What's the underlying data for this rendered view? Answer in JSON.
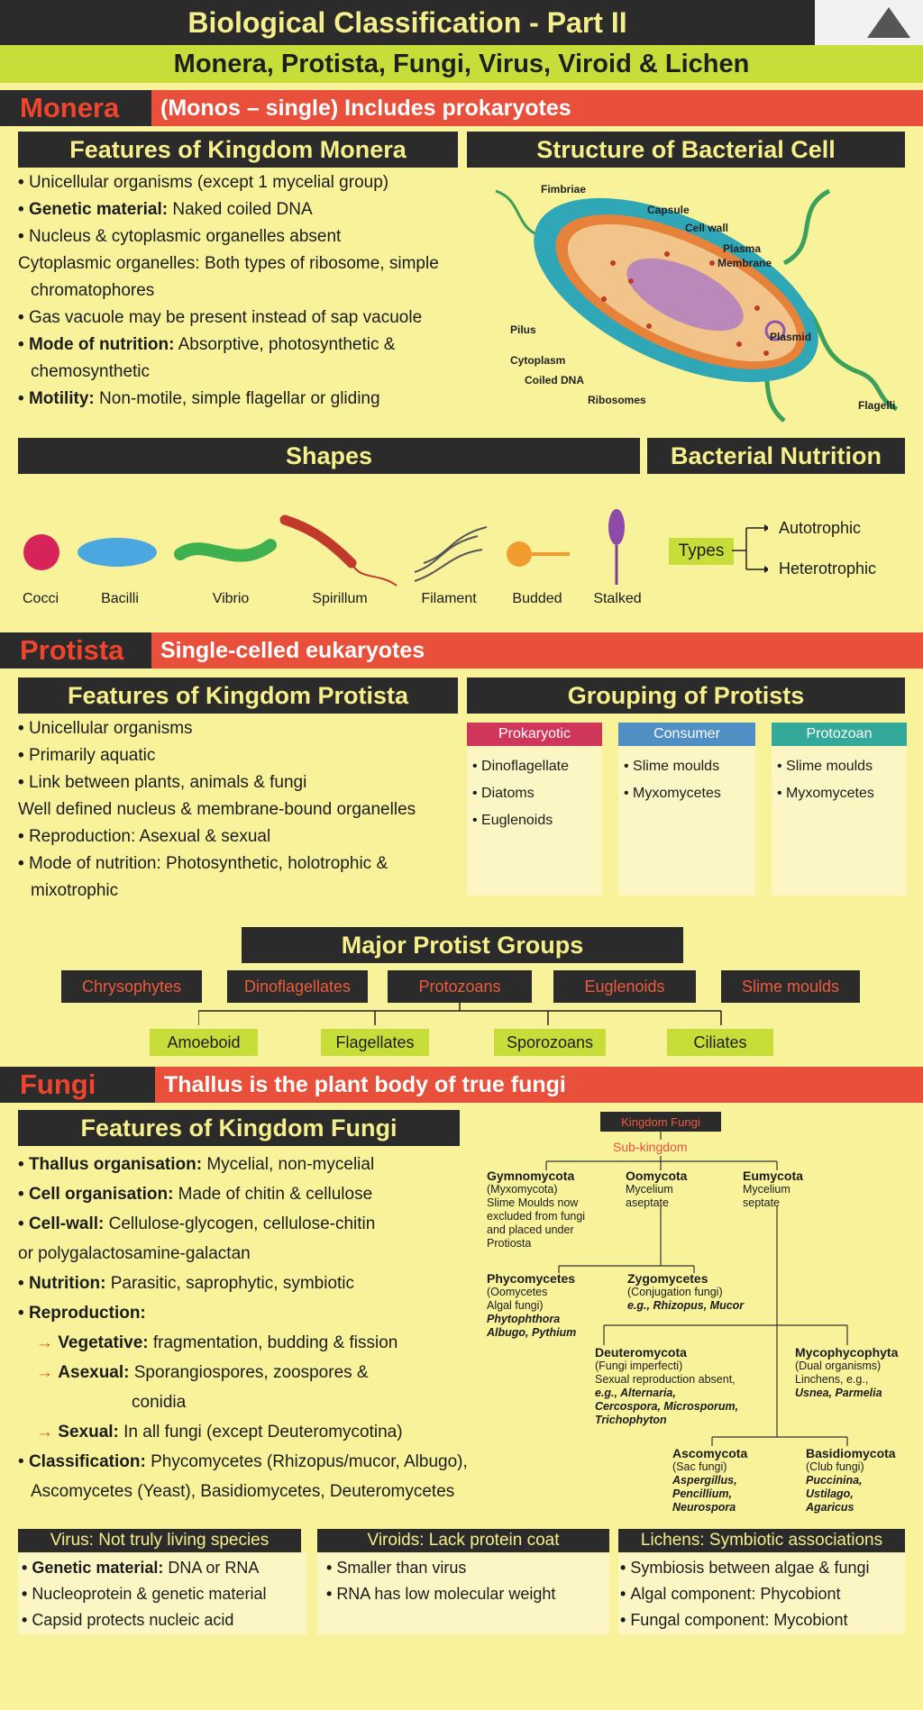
{
  "header": {
    "title": "Biological Classification - Part II",
    "subtitle": "Monera, Protista, Fungi, Virus, Viroid & Lichen"
  },
  "monera": {
    "tag": "Monera",
    "strip": "(Monos – single) Includes prokaryotes",
    "features_title": "Features of Kingdom Monera",
    "structure_title": "Structure of Bacterial Cell",
    "features": [
      {
        "bold": "",
        "text": "Unicellular organisms (except 1 mycelial group)"
      },
      {
        "bold": "Genetic material:",
        "text": " Naked coiled DNA"
      },
      {
        "bold": "",
        "text": "Nucleus & cytoplasmic organelles absent"
      },
      {
        "bold": "",
        "text": "Cytoplasmic organelles: Both types of ribosome, simple chromatophores"
      },
      {
        "bold": "",
        "text": "Gas vacuole may be present instead of sap vacuole"
      },
      {
        "bold": "Mode of nutrition:",
        "text": " Absorptive, photosynthetic & chemosynthetic"
      },
      {
        "bold": "Motility:",
        "text": " Non-motile, simple flagellar or gliding"
      }
    ],
    "cell_labels": {
      "fimbriae": "Fimbriae",
      "capsule": "Capsule",
      "cell_wall": "Cell wall",
      "plasma": "Plasma",
      "membrane": "Membrane",
      "pilus": "Pilus",
      "plasmid": "Plasmid",
      "cytoplasm": "Cytoplasm",
      "coiled_dna": "Coiled DNA",
      "ribosomes": "Ribosomes",
      "flagelli": "Flagelli"
    },
    "shapes_title": "Shapes",
    "nutrition_title": "Bacterial Nutrition",
    "shapes": [
      "Cocci",
      "Bacilli",
      "Vibrio",
      "Spirillum",
      "Filament",
      "Budded",
      "Stalked"
    ],
    "nutrition": {
      "types_label": "Types",
      "autotrophic": "Autotrophic",
      "heterotrophic": "Heterotrophic"
    }
  },
  "protista": {
    "tag": "Protista",
    "strip": "Single-celled eukaryotes",
    "features_title": "Features of Kingdom Protista",
    "grouping_title": "Grouping of Protists",
    "features": [
      "Unicellular organisms",
      "Primarily aquatic",
      "Link between plants, animals & fungi",
      "Well defined nucleus & membrane-bound organelles",
      "Reproduction: Asexual & sexual",
      "Mode of nutrition: Photosynthetic, holotrophic & mixotrophic"
    ],
    "groups": [
      {
        "head": "Prokaryotic",
        "color": "#d0365a",
        "items": [
          "Dinoflagellate",
          "Diatoms",
          "Euglenoids"
        ]
      },
      {
        "head": "Consumer",
        "color": "#4f8fc4",
        "items": [
          "Slime moulds",
          "Myxomycetes"
        ]
      },
      {
        "head": "Protozoan",
        "color": "#33a99a",
        "items": [
          "Slime moulds",
          "Myxomycetes"
        ]
      }
    ],
    "major_title": "Major Protist Groups",
    "major_groups": [
      "Chrysophytes",
      "Dinoflagellates",
      "Protozoans",
      "Euglenoids",
      "Slime moulds"
    ],
    "protozoan_types": [
      "Amoeboid",
      "Flagellates",
      "Sporozoans",
      "Ciliates"
    ]
  },
  "fungi": {
    "tag": "Fungi",
    "strip": "Thallus is the plant body of true fungi",
    "features_title": "Features of Kingdom Fungi",
    "features": [
      {
        "bold": "Thallus organisation:",
        "text": " Mycelial, non-mycelial"
      },
      {
        "bold": "Cell organisation:",
        "text": " Made of chitin & cellulose"
      },
      {
        "bold": "Cell-wall:",
        "text": " Cellulose-glycogen, cellulose-chitin"
      },
      {
        "bold": "",
        "text": "or polygalactosamine-galactan"
      },
      {
        "bold": "Nutrition:",
        "text": " Parasitic, saprophytic, symbiotic"
      },
      {
        "bold": "Reproduction:",
        "text": ""
      }
    ],
    "repro": [
      {
        "bold": "Vegetative:",
        "text": " fragmentation, budding & fission"
      },
      {
        "bold": "Asexual:",
        "text": " Sporangiospores, zoospores &"
      },
      {
        "bold": "",
        "text": "conidia"
      },
      {
        "bold": "Sexual:",
        "text": " In all fungi (except Deuteromycotina)"
      }
    ],
    "classification": {
      "bold": "Classification:",
      "text": " Phycomycetes (Rhizopus/mucor, Albugo), Ascomycetes (Yeast), Basidiomycetes, Deuteromycetes"
    },
    "tree": {
      "root": "Kingdom Fungi",
      "sub": "Sub-kingdom",
      "gymno": {
        "name": "Gymnomycota",
        "lines": [
          "(Myxomycota)",
          "Slime Moulds now",
          "excluded from fungi",
          "and placed under",
          "Protiosta"
        ]
      },
      "oomy": {
        "name": "Oomycota",
        "lines": [
          "Mycelium",
          "aseptate"
        ]
      },
      "eumy": {
        "name": "Eumycota",
        "lines": [
          "Mycelium",
          "septate"
        ]
      },
      "phyco": {
        "name": "Phycomycetes",
        "lines": [
          "(Oomycetes",
          "Algal fungi)"
        ],
        "ex": [
          "Phytophthora",
          "Albugo, Pythium"
        ]
      },
      "zygo": {
        "name": "Zygomycetes",
        "lines": [
          "(Conjugation fungi)"
        ],
        "ex": [
          "e.g., Rhizopus, Mucor"
        ]
      },
      "deutero": {
        "name": "Deuteromycota",
        "lines": [
          "(Fungi imperfecti)",
          "Sexual reproduction absent,"
        ],
        "ex": [
          "e.g., Alternaria,",
          "Cercospora, Microsporum,",
          "Trichophyton"
        ]
      },
      "mycophyco": {
        "name": "Mycophycophyta",
        "lines": [
          "(Dual organisms)",
          "Linchens, e.g.,"
        ],
        "ex": [
          "Usnea, Parmelia"
        ]
      },
      "asco": {
        "name": "Ascomycota",
        "lines": [
          "(Sac fungi)"
        ],
        "ex": [
          "Aspergillus,",
          "Pencillium,",
          "Neurospora"
        ]
      },
      "basidio": {
        "name": "Basidiomycota",
        "lines": [
          "(Club fungi)"
        ],
        "ex": [
          "Puccinina,",
          "Ustilago,",
          "Agaricus"
        ]
      }
    }
  },
  "bottom": {
    "virus": {
      "title": "Virus: Not truly living species",
      "items": [
        {
          "bold": "Genetic material:",
          "text": " DNA or RNA"
        },
        {
          "bold": "",
          "text": "Nucleoprotein & genetic material"
        },
        {
          "bold": "",
          "text": "Capsid protects nucleic acid"
        }
      ]
    },
    "viroids": {
      "title": "Viroids: Lack protein coat",
      "items": [
        "Smaller than virus",
        "RNA has low molecular weight"
      ]
    },
    "lichens": {
      "title": "Lichens: Symbiotic associations",
      "items": [
        "Symbiosis between algae & fungi",
        "Algal component: Phycobiont",
        "Fungal component: Mycobiont"
      ]
    }
  },
  "colors": {
    "dark": "#2b2b2b",
    "yellow_bg": "#f8f29a",
    "red": "#e8503c",
    "lime": "#c7dd3a"
  }
}
